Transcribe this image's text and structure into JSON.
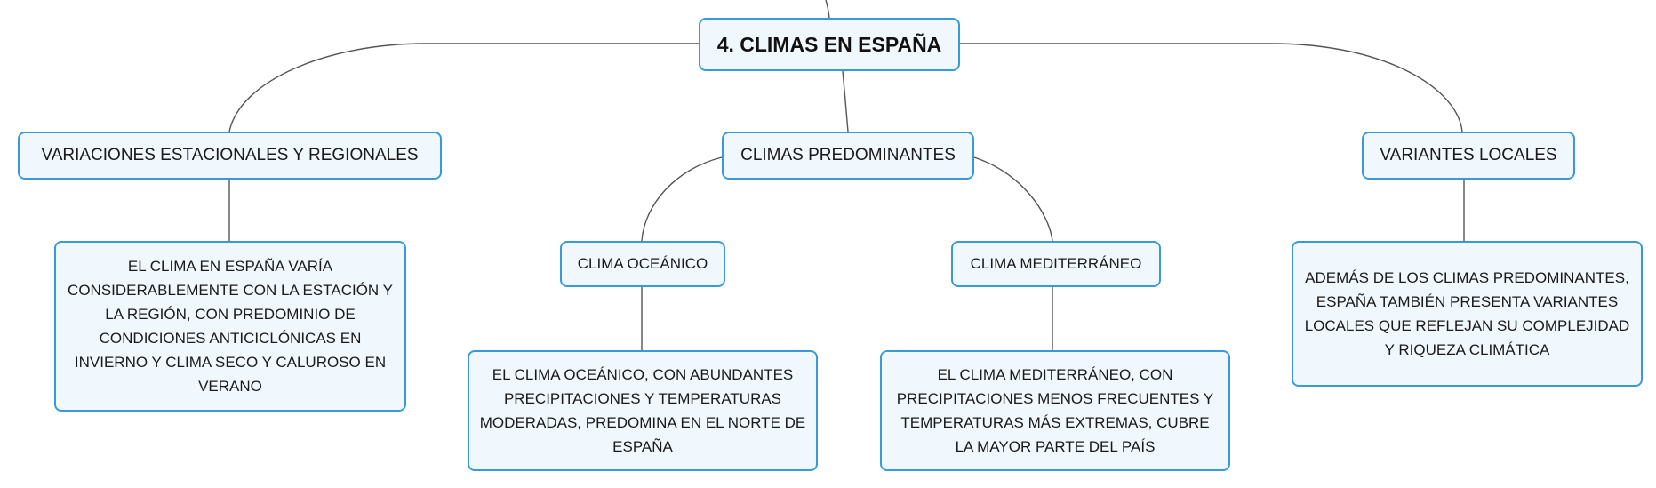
{
  "root": {
    "title": "4. CLIMAS EN ESPAÑA"
  },
  "branches": [
    {
      "label": "VARIACIONES ESTACIONALES Y REGIONALES",
      "description": "EL CLIMA EN ESPAÑA VARÍA CONSIDERABLEMENTE CON LA ESTACIÓN Y LA REGIÓN, CON PREDOMINIO DE CONDICIONES ANTICICLÓNICAS EN INVIERNO Y CLIMA SECO Y CALUROSO EN VERANO"
    },
    {
      "label": "CLIMAS PREDOMINANTES",
      "children": [
        {
          "label": "CLIMA OCEÁNICO",
          "description": "EL CLIMA OCEÁNICO, CON ABUNDANTES PRECIPITACIONES Y TEMPERATURAS MODERADAS, PREDOMINA EN EL NORTE DE ESPAÑA"
        },
        {
          "label": "CLIMA MEDITERRÁNEO",
          "description": "EL CLIMA MEDITERRÁNEO, CON PRECIPITACIONES MENOS FRECUENTES Y TEMPERATURAS MÁS EXTREMAS, CUBRE LA MAYOR PARTE DEL PAÍS"
        }
      ]
    },
    {
      "label": "VARIANTES LOCALES",
      "description": "ADEMÁS DE LOS CLIMAS PREDOMINANTES, ESPAÑA TAMBIÉN PRESENTA VARIANTES LOCALES QUE REFLEJAN SU COMPLEJIDAD Y RIQUEZA CLIMÁTICA"
    }
  ],
  "colors": {
    "node_border": "#3a9ad9",
    "node_fill": "#f1f8fd",
    "connector": "#555555"
  }
}
